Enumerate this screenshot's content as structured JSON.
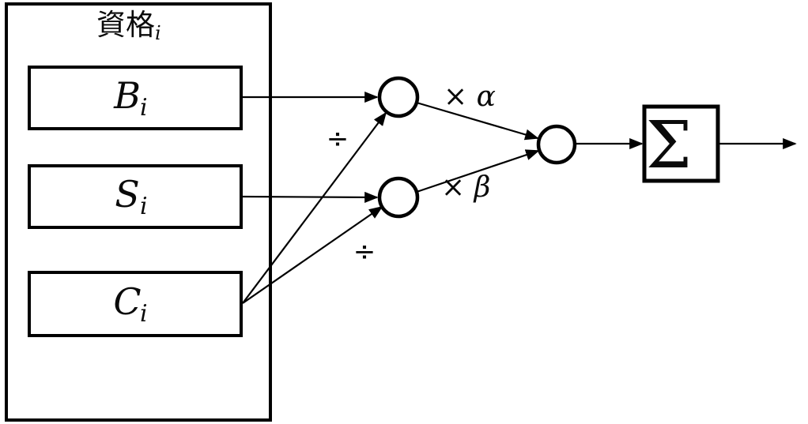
{
  "diagram": {
    "group_label": {
      "base": "資格",
      "sub": "i"
    },
    "input_boxes": [
      {
        "base": "B",
        "sub": "i"
      },
      {
        "base": "S",
        "sub": "i"
      },
      {
        "base": "C",
        "sub": "i"
      }
    ],
    "operators": {
      "divide_top": "÷",
      "divide_bottom": "÷",
      "weight_alpha": "× α",
      "weight_beta": "× β",
      "sum_symbol": "Σ"
    },
    "colors": {
      "line": "#000000",
      "background": "#ffffff"
    }
  }
}
